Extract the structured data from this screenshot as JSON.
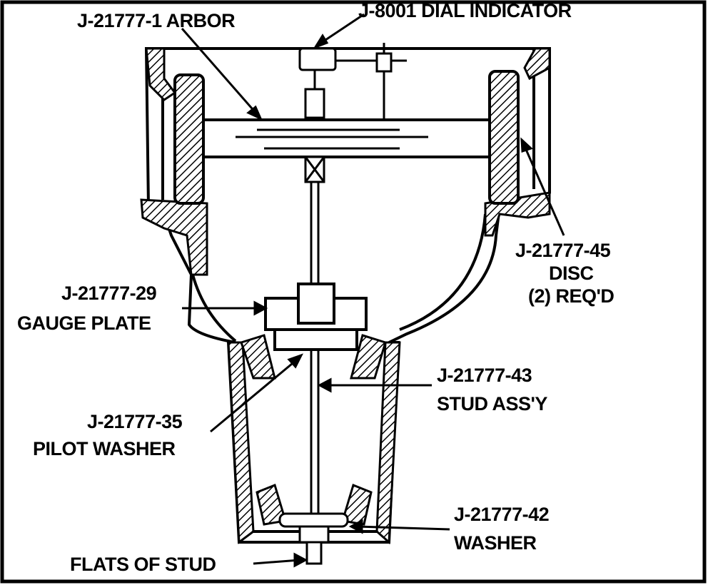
{
  "diagram": {
    "labels": {
      "arbor": "J-21777-1 ARBOR",
      "dial_indicator": "J-8001 DIAL INDICATOR",
      "disc_part": "J-21777-45",
      "disc_name": "DISC",
      "disc_qty": "(2) REQ'D",
      "gauge_plate_part": "J-21777-29",
      "gauge_plate_name": "GAUGE PLATE",
      "stud_part": "J-21777-43",
      "stud_name": "STUD ASS'Y",
      "pilot_washer_part": "J-21777-35",
      "pilot_washer_name": "PILOT WASHER",
      "washer_part": "J-21777-42",
      "washer_name": "WASHER",
      "flats": "FLATS OF STUD"
    }
  }
}
